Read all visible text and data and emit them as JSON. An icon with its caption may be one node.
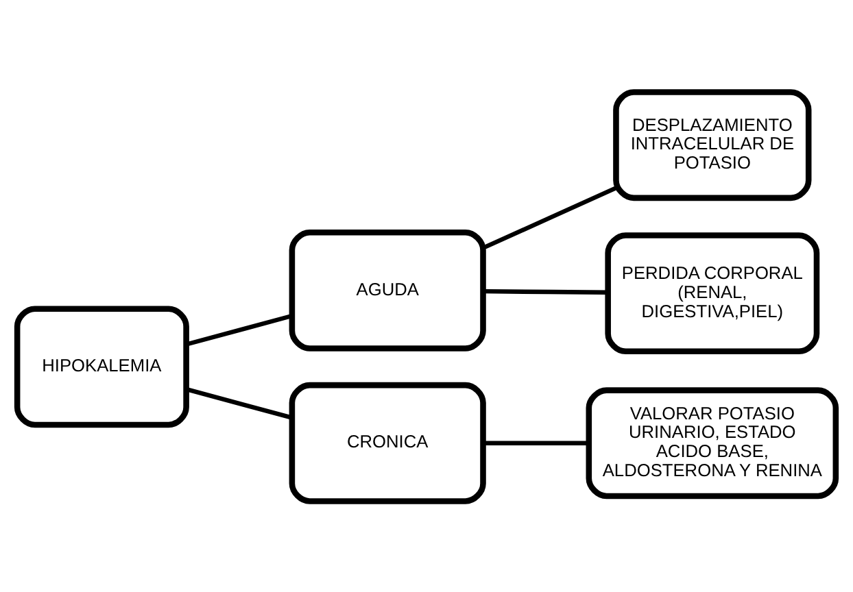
{
  "diagram": {
    "nodes": [
      {
        "text": [
          "HIPOKALEMIA"
        ]
      },
      {
        "text": [
          "AGUDA"
        ]
      },
      {
        "text": [
          "CRONICA"
        ]
      },
      {
        "text": [
          "DESPLAZAMIENTO INTRACELULAR DE POTASIO"
        ]
      },
      {
        "text": [
          "PERDIDA CORPORAL (RENAL, DIGESTIVA,PIEL)"
        ]
      },
      {
        "text": [
          "VALORAR POTASIO URINARIO, ESTADO ACIDO BASE, ALDOSTERONA Y RENINA"
        ]
      }
    ],
    "edges": [
      {
        "from": 0,
        "to": 1,
        "arrow": "none"
      },
      {
        "from": 0,
        "to": 2,
        "arrow": "none"
      },
      {
        "from": 1,
        "to": 3,
        "arrow": "none"
      },
      {
        "from": 1,
        "to": 4,
        "arrow": "none"
      },
      {
        "from": 2,
        "to": 5,
        "arrow": "none"
      }
    ]
  }
}
